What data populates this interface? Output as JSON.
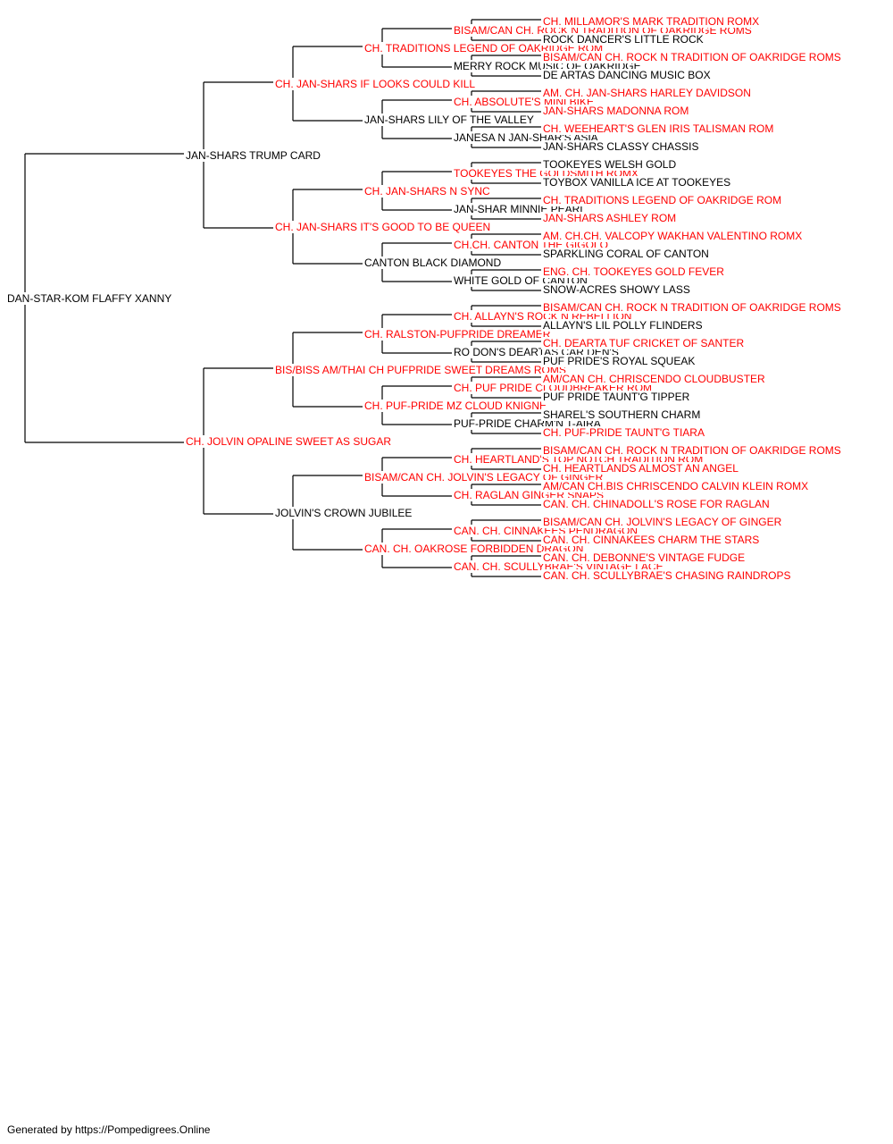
{
  "colors": {
    "champion": "#ff0000",
    "normal": "#000000",
    "line": "#000000"
  },
  "pedigree": {
    "subject": {
      "name": "DAN-STAR-KOM FLAFFY XANNY",
      "champion": false
    },
    "sire": {
      "name": "JAN-SHARS TRUMP CARD",
      "champion": false
    },
    "dam": {
      "name": "CH. JOLVIN OPALINE SWEET AS SUGAR",
      "champion": true
    },
    "generation2": [
      {
        "name": "CH. JAN-SHARS IF LOOKS COULD KILL",
        "champion": true
      },
      {
        "name": "CH. JAN-SHARS IT'S GOOD TO BE QUEEN",
        "champion": true
      },
      {
        "name": "BIS/BISS AM/THAI CH PUFPRIDE SWEET DREAMS ROMS",
        "champion": true
      },
      {
        "name": "JOLVIN'S CROWN JUBILEE",
        "champion": false
      }
    ],
    "generation3": [
      {
        "name": "CH. TRADITIONS LEGEND OF OAKRIDGE ROM",
        "champion": true
      },
      {
        "name": "JAN-SHARS LILY OF THE VALLEY",
        "champion": false
      },
      {
        "name": "CH. JAN-SHARS N SYNC",
        "champion": true
      },
      {
        "name": "CANTON BLACK DIAMOND",
        "champion": false
      },
      {
        "name": "CH. RALSTON-PUFPRIDE DREAMER",
        "champion": true
      },
      {
        "name": "CH. PUF-PRIDE MZ CLOUD KNIGNE",
        "champion": true
      },
      {
        "name": "BISAM/CAN CH. JOLVIN'S LEGACY OF GINGER",
        "champion": true
      },
      {
        "name": "CAN. CH. OAKROSE FORBIDDEN DRAGON",
        "champion": true
      }
    ],
    "generation4": [
      {
        "name": "BISAM/CAN CH. ROCK N TRADITION OF OAKRIDGE ROMS",
        "champion": true
      },
      {
        "name": "MERRY ROCK MUSIC OF OAKRIDGE",
        "champion": false
      },
      {
        "name": "CH. ABSOLUTE'S MINI BIKE",
        "champion": true
      },
      {
        "name": "JANESA N JAN-SHAR'S ASIA",
        "champion": false
      },
      {
        "name": "TOOKEYES THE GOLDSMITH ROMX",
        "champion": true
      },
      {
        "name": "JAN-SHAR MINNIE PEARL",
        "champion": false
      },
      {
        "name": "CH.CH. CANTON THE GIGOLO",
        "champion": true
      },
      {
        "name": "WHITE GOLD OF CANTON",
        "champion": false
      },
      {
        "name": "CH. ALLAYN'S ROCK N REBELLION",
        "champion": true
      },
      {
        "name": "RO DON'S DEARTAS CAR DEN'S",
        "champion": false
      },
      {
        "name": "CH. PUF PRIDE CLOUDBREAKER ROM",
        "champion": true
      },
      {
        "name": "PUF-PRIDE CHARM'N T-AIRA",
        "champion": false
      },
      {
        "name": "CH. HEARTLAND'S TOP NOTCH TRADITION ROM",
        "champion": true
      },
      {
        "name": "CH. RAGLAN GINGER SNAPS",
        "champion": true
      },
      {
        "name": "CAN. CH. CINNAKEES PENDRAGON",
        "champion": true
      },
      {
        "name": "CAN. CH. SCULLYBRAE'S VINTAGE LACE",
        "champion": true
      }
    ],
    "generation5": [
      {
        "name": "CH. MILLAMOR'S MARK TRADITION ROMX",
        "champion": true
      },
      {
        "name": "ROCK DANCER'S LITTLE ROCK",
        "champion": false
      },
      {
        "name": "BISAM/CAN CH. ROCK N TRADITION OF OAKRIDGE ROMS",
        "champion": true
      },
      {
        "name": "DE ARTAS DANCING MUSIC BOX",
        "champion": false
      },
      {
        "name": "AM. CH. JAN-SHARS HARLEY DAVIDSON",
        "champion": true
      },
      {
        "name": "JAN-SHARS MADONNA ROM",
        "champion": true
      },
      {
        "name": "CH. WEEHEART'S GLEN IRIS TALISMAN ROM",
        "champion": true
      },
      {
        "name": "JAN-SHARS CLASSY CHASSIS",
        "champion": false
      },
      {
        "name": "TOOKEYES WELSH GOLD",
        "champion": false
      },
      {
        "name": "TOYBOX VANILLA ICE AT TOOKEYES",
        "champion": false
      },
      {
        "name": "CH. TRADITIONS LEGEND OF OAKRIDGE ROM",
        "champion": true
      },
      {
        "name": "JAN-SHARS ASHLEY ROM",
        "champion": true
      },
      {
        "name": "AM. CH.CH. VALCOPY WAKHAN VALENTINO ROMX",
        "champion": true
      },
      {
        "name": "SPARKLING CORAL OF CANTON",
        "champion": false
      },
      {
        "name": "ENG. CH. TOOKEYES GOLD FEVER",
        "champion": true
      },
      {
        "name": "SNOW-ACRES SHOWY LASS",
        "champion": false
      },
      {
        "name": "BISAM/CAN CH. ROCK N TRADITION OF OAKRIDGE ROMS",
        "champion": true
      },
      {
        "name": "ALLAYN'S LIL POLLY FLINDERS",
        "champion": false
      },
      {
        "name": "CH. DEARTA TUF CRICKET OF SANTER",
        "champion": true
      },
      {
        "name": "PUF PRIDE'S ROYAL SQUEAK",
        "champion": false
      },
      {
        "name": "AM/CAN CH. CHRISCENDO CLOUDBUSTER",
        "champion": true
      },
      {
        "name": "PUF PRIDE TAUNT'G TIPPER",
        "champion": false
      },
      {
        "name": "SHAREL'S SOUTHERN CHARM",
        "champion": false
      },
      {
        "name": "CH. PUF-PRIDE TAUNT'G TIARA",
        "champion": true
      },
      {
        "name": "BISAM/CAN CH. ROCK N TRADITION OF OAKRIDGE ROMS",
        "champion": true
      },
      {
        "name": "CH. HEARTLANDS ALMOST AN ANGEL",
        "champion": true
      },
      {
        "name": "AM/CAN CH.BIS CHRISCENDO CALVIN KLEIN ROMX",
        "champion": true
      },
      {
        "name": "CAN. CH. CHINADOLL'S ROSE FOR RAGLAN",
        "champion": true
      },
      {
        "name": "BISAM/CAN CH. JOLVIN'S LEGACY OF GINGER",
        "champion": true
      },
      {
        "name": "CAN. CH. CINNAKEES CHARM THE STARS",
        "champion": true
      },
      {
        "name": "CAN. CH. DEBONNE'S VINTAGE FUDGE",
        "champion": true
      },
      {
        "name": "CAN. CH. SCULLYBRAE'S CHASING RAINDROPS",
        "champion": true
      }
    ]
  },
  "footer": {
    "text": "Generated by https://Pompedigrees.Online"
  }
}
